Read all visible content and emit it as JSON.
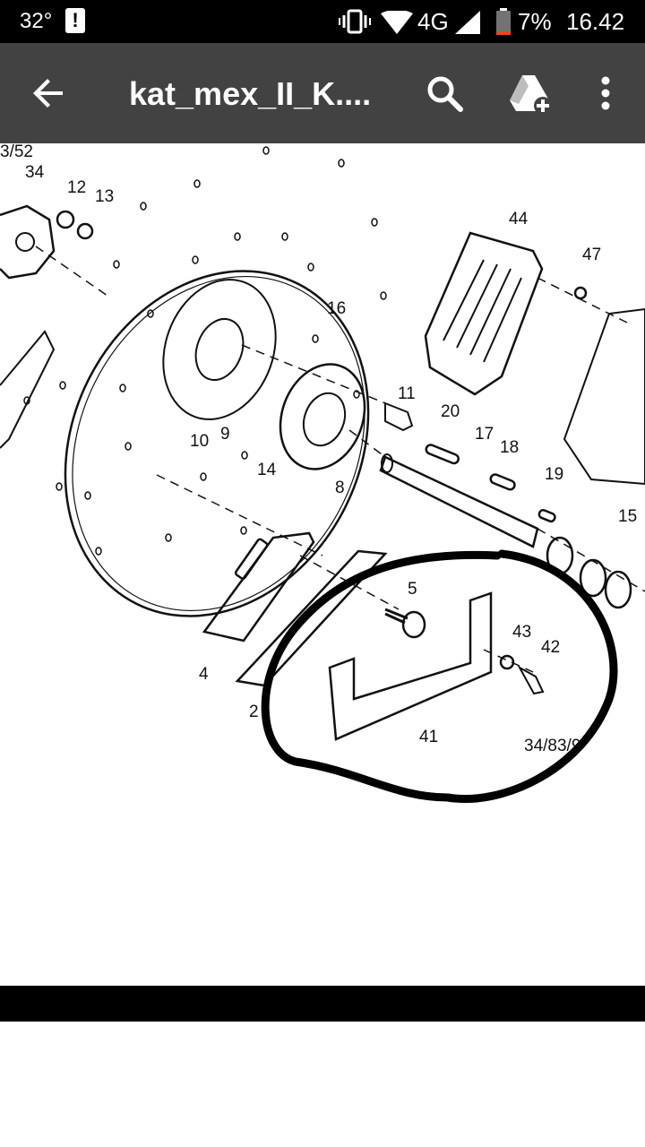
{
  "status_bar": {
    "temperature": "32°",
    "alert_glyph": "!",
    "network": "4G",
    "battery": "7%",
    "time": "16.42"
  },
  "toolbar": {
    "title": "kat_mex_II_K....",
    "back_icon": "arrow-back-icon",
    "search_icon": "search-icon",
    "drive_icon": "drive-add-icon",
    "more_icon": "more-vert-icon"
  },
  "drawing": {
    "corner_label": "3/52",
    "figure_code": "34/83/9",
    "callouts": {
      "c34": "34",
      "c12": "12",
      "c13": "13",
      "c44": "44",
      "c47": "47",
      "c16": "16",
      "c11": "11",
      "c20": "20",
      "c17": "17",
      "c18": "18",
      "c19": "19",
      "c15": "15",
      "c10": "10",
      "c9": "9",
      "c14": "14",
      "c8": "8",
      "c5": "5",
      "c43": "43",
      "c42": "42",
      "c4": "4",
      "c2": "2",
      "c41": "41"
    }
  }
}
